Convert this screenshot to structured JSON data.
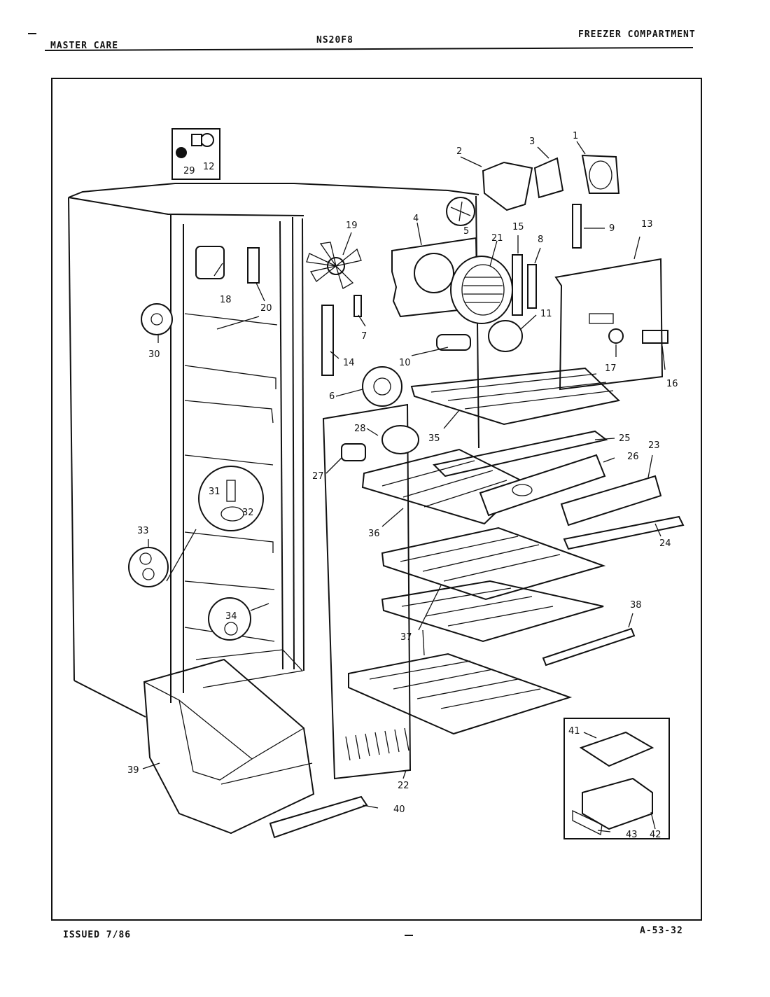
{
  "header": {
    "brand": "MASTER CARE",
    "model": "NS20F8",
    "section": "FREEZER COMPARTMENT"
  },
  "footer": {
    "issued": "ISSUED 7/86",
    "page_code": "A-53-32"
  },
  "callouts": {
    "c1": "1",
    "c2": "2",
    "c3": "3",
    "c4": "4",
    "c5": "5",
    "c6": "6",
    "c7": "7",
    "c8": "8",
    "c9": "9",
    "c10": "10",
    "c11": "11",
    "c12": "12",
    "c13": "13",
    "c14": "14",
    "c15": "15",
    "c16": "16",
    "c17": "17",
    "c18": "18",
    "c19": "19",
    "c20": "20",
    "c21": "21",
    "c22": "22",
    "c23": "23",
    "c24": "24",
    "c25": "25",
    "c26": "26",
    "c27": "27",
    "c28": "28",
    "c29": "29",
    "c30": "30",
    "c31": "31",
    "c32": "32",
    "c33": "33",
    "c34": "34",
    "c35": "35",
    "c36": "36",
    "c37": "37",
    "c38": "38",
    "c39": "39",
    "c40": "40",
    "c41": "41",
    "c42": "42",
    "c43": "43"
  }
}
